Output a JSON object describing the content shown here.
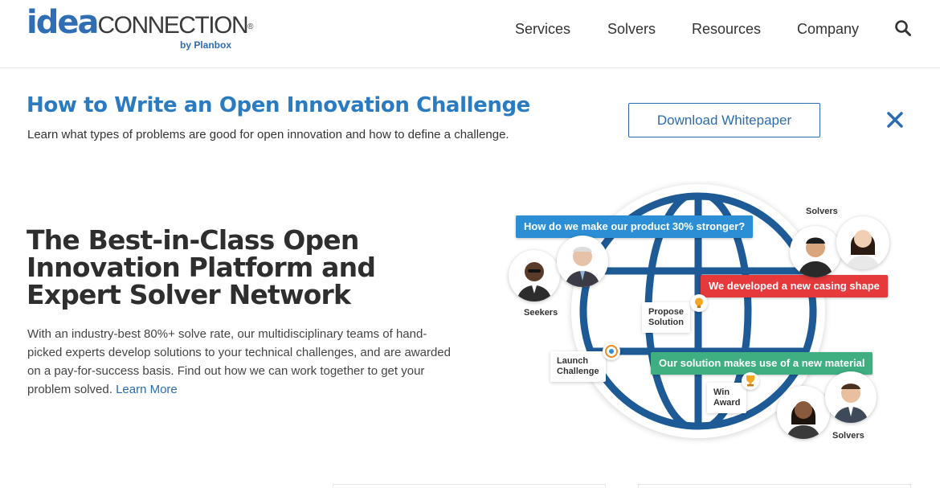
{
  "header": {
    "logo": {
      "idea": "idea",
      "connection": "CONNECTION",
      "reg": "®",
      "by": "by Planbox"
    },
    "nav": [
      {
        "label": "Services"
      },
      {
        "label": "Solvers"
      },
      {
        "label": "Resources"
      },
      {
        "label": "Company"
      }
    ],
    "search_icon": "search-icon"
  },
  "promo": {
    "title": "How to Write an Open Innovation Challenge",
    "subtitle": "Learn what types of problems are good for open innovation and how to define a challenge.",
    "button_label": "Download Whitepaper",
    "close_icon": "close-icon"
  },
  "hero": {
    "title_lines": [
      "The Best-in-Class Open",
      "Innovation Platform and",
      "Expert Solver Network"
    ],
    "body": "With an industry-best 80%+ solve rate, our multidisciplinary teams of hand-picked experts develop solutions to your technical challenges, and are awarded on a pay-for-success basis. Find out how we can work together to get your problem solved.",
    "learn_more": "Learn More"
  },
  "illustration": {
    "tags": {
      "question": "How do we make our product 30% stronger?",
      "developed": "We developed a new casing shape",
      "solution": "Our solution makes use of a new material"
    },
    "steps": {
      "propose": [
        "Propose",
        "Solution"
      ],
      "launch": [
        "Launch",
        "Challenge"
      ],
      "win": [
        "Win",
        "Award"
      ]
    },
    "captions": {
      "seekers": "Seekers",
      "solvers_top": "Solvers",
      "solvers_bottom": "Solvers"
    },
    "colors": {
      "globe": "#1d5a96",
      "tag_blue": "#2c8fd6",
      "tag_red": "#e5393b",
      "tag_green": "#3fae80"
    }
  }
}
